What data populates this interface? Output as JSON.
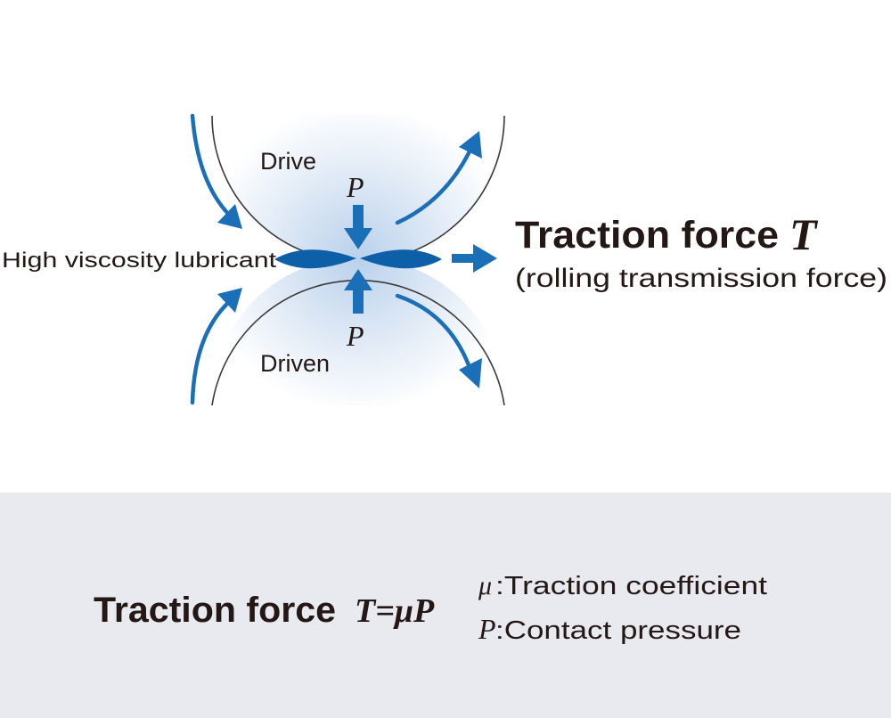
{
  "diagram": {
    "drive_label": "Drive",
    "driven_label": "Driven",
    "pressure_top": "P",
    "pressure_bottom": "P",
    "lubricant_label": "High viscosity lubricant",
    "traction_title": "Traction force",
    "traction_symbol": "T",
    "traction_subtitle": "(rolling transmission force)"
  },
  "formula": {
    "label": "Traction force",
    "equation": "T=μP",
    "mu_symbol": "μ",
    "mu_desc": ":Traction coefficient",
    "p_symbol": "P",
    "p_desc": ":Contact pressure"
  },
  "colors": {
    "arrow_blue": "#1a6fb8",
    "lubricant_blue": "#0d5fa8",
    "roller_gradient": "#c9dcf0",
    "panel_gray": "#e8eaef",
    "text": "#231815"
  }
}
